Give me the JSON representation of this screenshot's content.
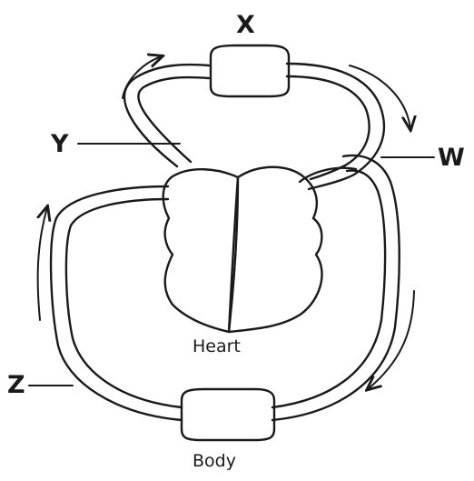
{
  "diagram": {
    "labels": {
      "x": "X",
      "y": "Y",
      "w": "W",
      "z": "Z",
      "heart": "Heart",
      "body": "Body"
    },
    "colors": {
      "ink": "#1a1a1a",
      "background": "#ffffff"
    }
  }
}
